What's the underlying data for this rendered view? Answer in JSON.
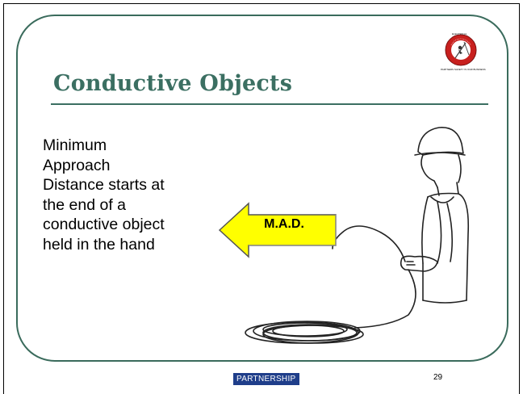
{
  "slide": {
    "title": "Conductive Objects",
    "body_lines": [
      "Minimum",
      "Approach",
      "Distance starts at",
      "the end of a",
      "conductive object",
      "held in the hand"
    ],
    "arrow_label": "M.A.D.",
    "colors": {
      "title": "#3b6f62",
      "frame": "#3a6b5c",
      "arrow_fill": "#ffff00",
      "footer_logo_bg": "#1f3e8a"
    }
  },
  "logo": {
    "icon": "electrical-safety-seal-icon",
    "seal_text_top": "ELECTRICAL",
    "seal_text_bottom": "PARTNERS SAFETY IS OUR BUSINESS"
  },
  "footer": {
    "partner_logo": "PARTNERSHIP",
    "page_number": "29"
  }
}
